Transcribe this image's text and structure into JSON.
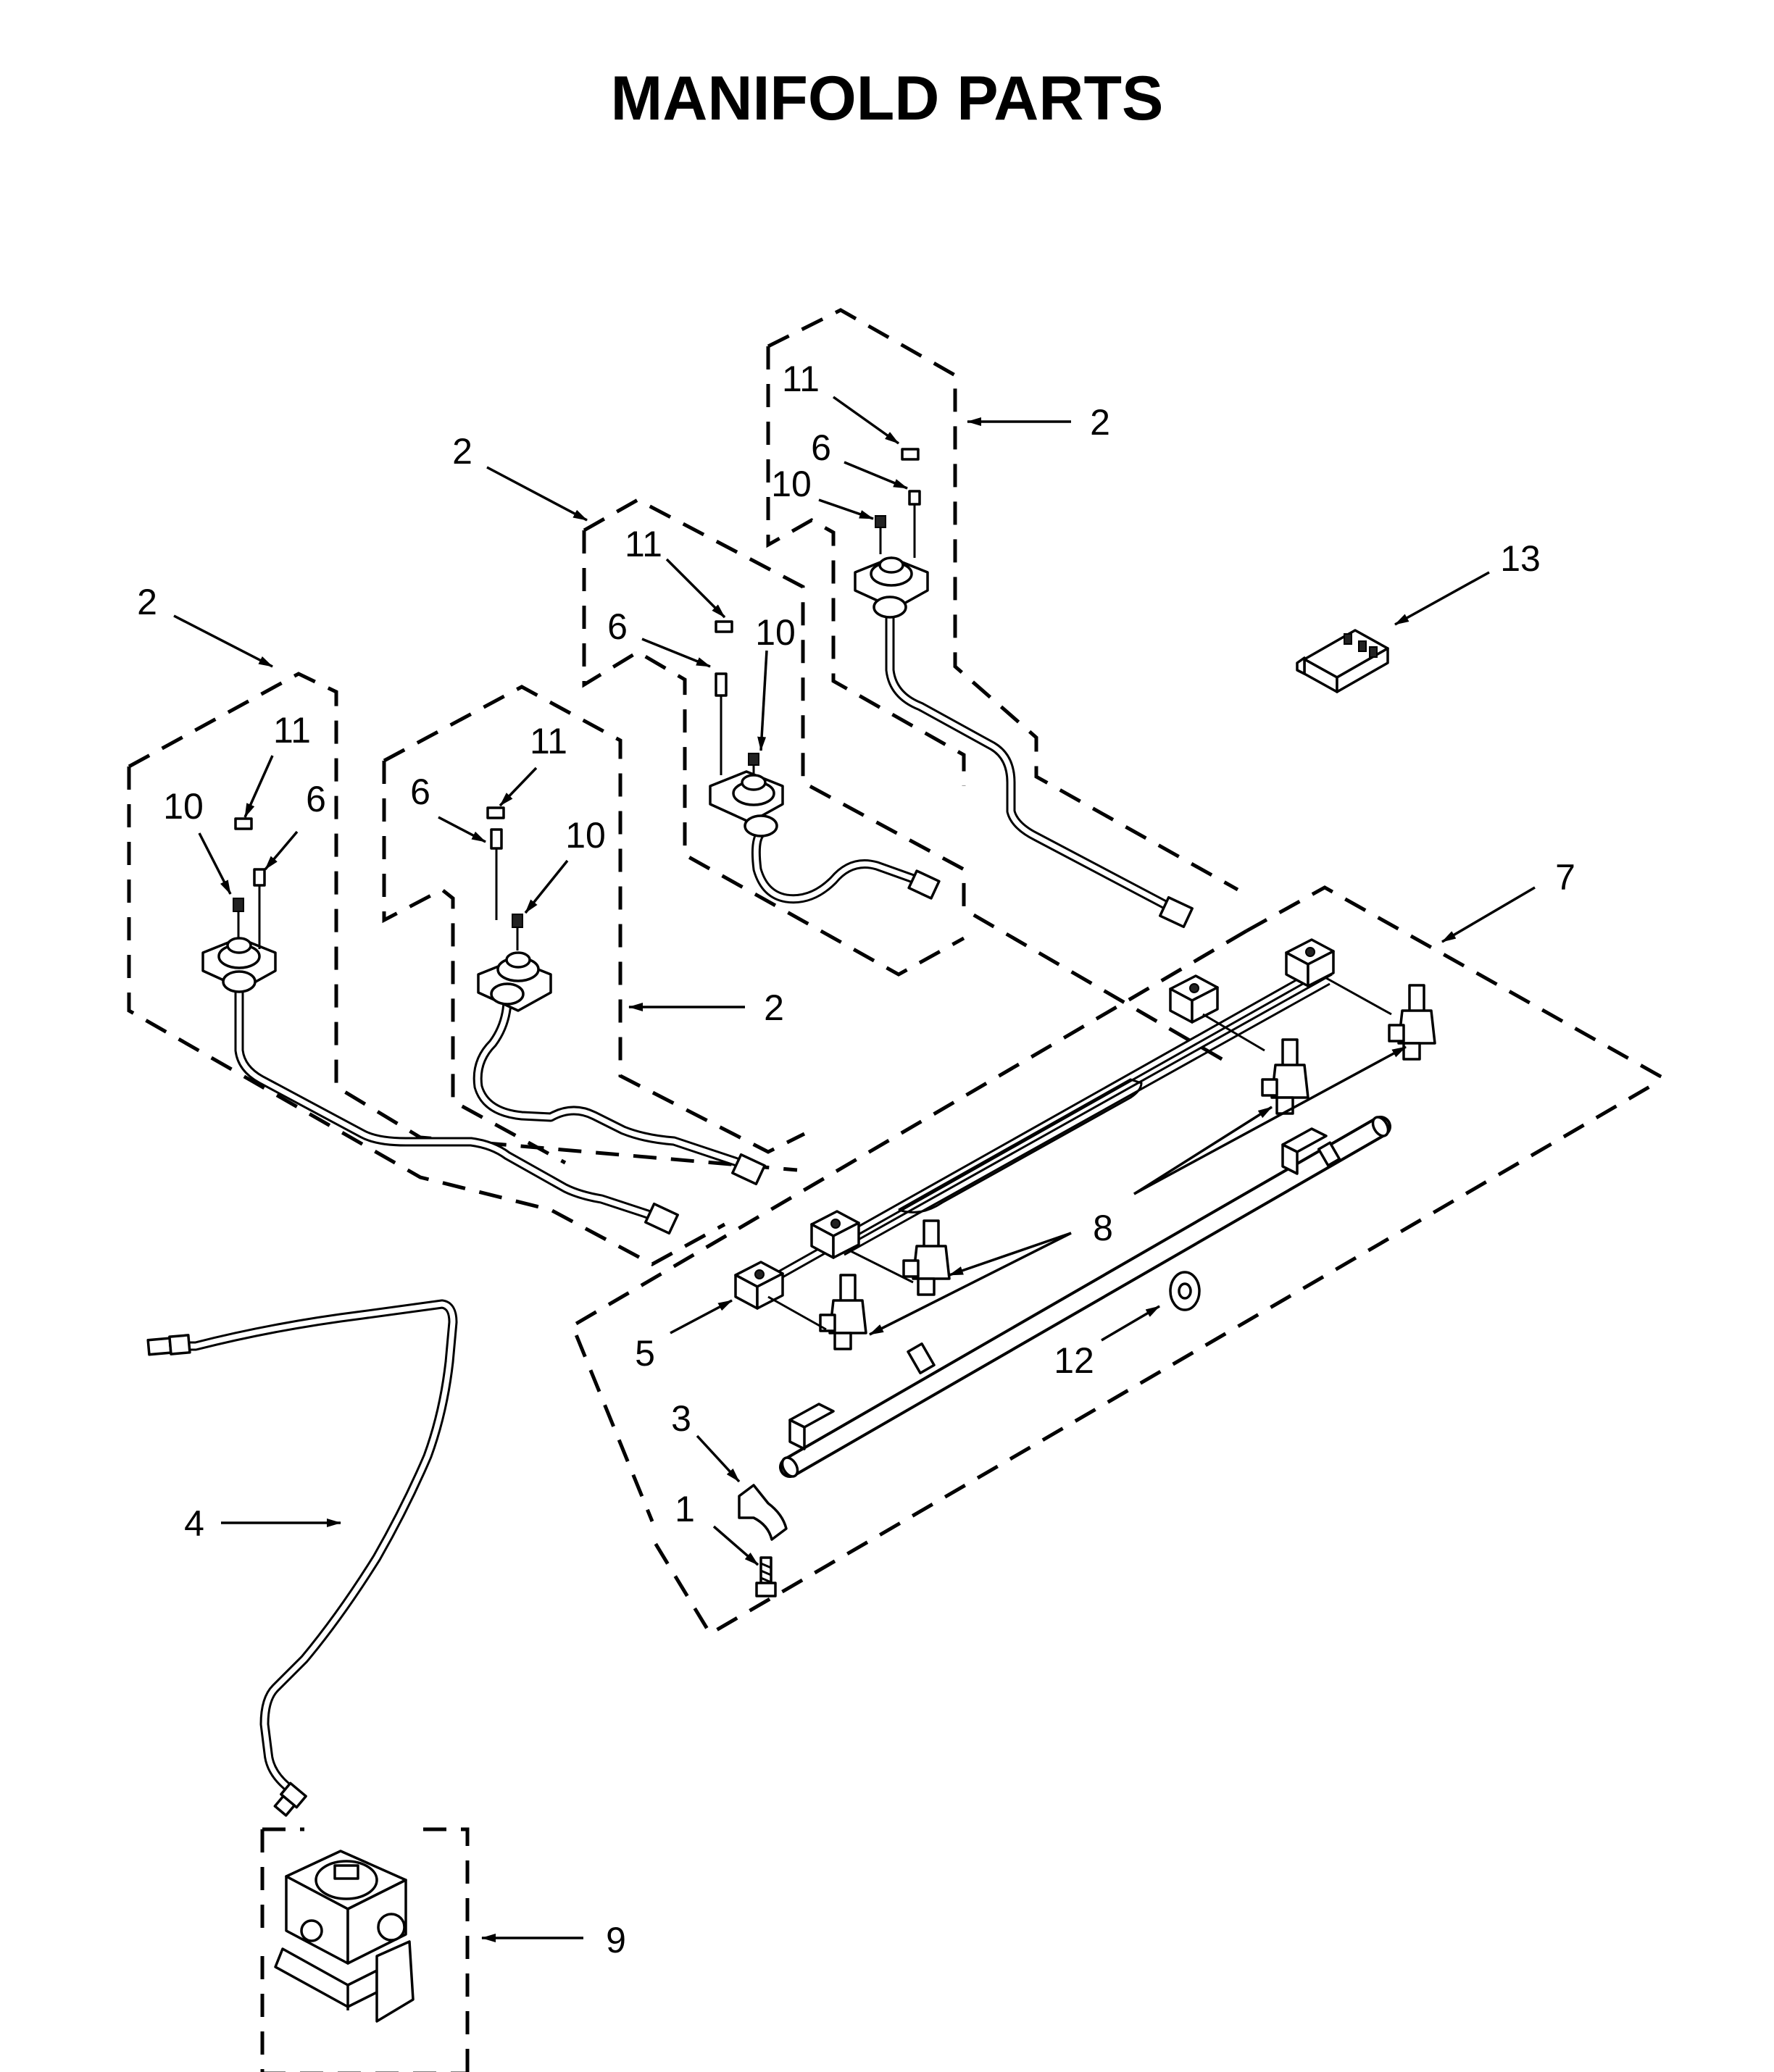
{
  "title": "MANIFOLD PARTS",
  "callouts": [
    {
      "id": "c2-top",
      "text": "2"
    },
    {
      "id": "c11-top",
      "text": "11"
    },
    {
      "id": "c6-top",
      "text": "6"
    },
    {
      "id": "c10-top",
      "text": "10"
    },
    {
      "id": "c2-mid",
      "text": "2"
    },
    {
      "id": "c11-mid",
      "text": "11"
    },
    {
      "id": "c6-mid",
      "text": "6"
    },
    {
      "id": "c10-mid",
      "text": "10"
    },
    {
      "id": "c2-left",
      "text": "2"
    },
    {
      "id": "c11-left",
      "text": "11"
    },
    {
      "id": "c10-left",
      "text": "10"
    },
    {
      "id": "c6-left",
      "text": "6"
    },
    {
      "id": "c6-inner",
      "text": "6"
    },
    {
      "id": "c11-inner",
      "text": "11"
    },
    {
      "id": "c10-inner",
      "text": "10"
    },
    {
      "id": "c2-inner",
      "text": "2"
    },
    {
      "id": "c13",
      "text": "13"
    },
    {
      "id": "c7",
      "text": "7"
    },
    {
      "id": "c8",
      "text": "8"
    },
    {
      "id": "c5",
      "text": "5"
    },
    {
      "id": "c12",
      "text": "12"
    },
    {
      "id": "c3",
      "text": "3"
    },
    {
      "id": "c1",
      "text": "1"
    },
    {
      "id": "c4",
      "text": "4"
    },
    {
      "id": "c9",
      "text": "9"
    }
  ]
}
